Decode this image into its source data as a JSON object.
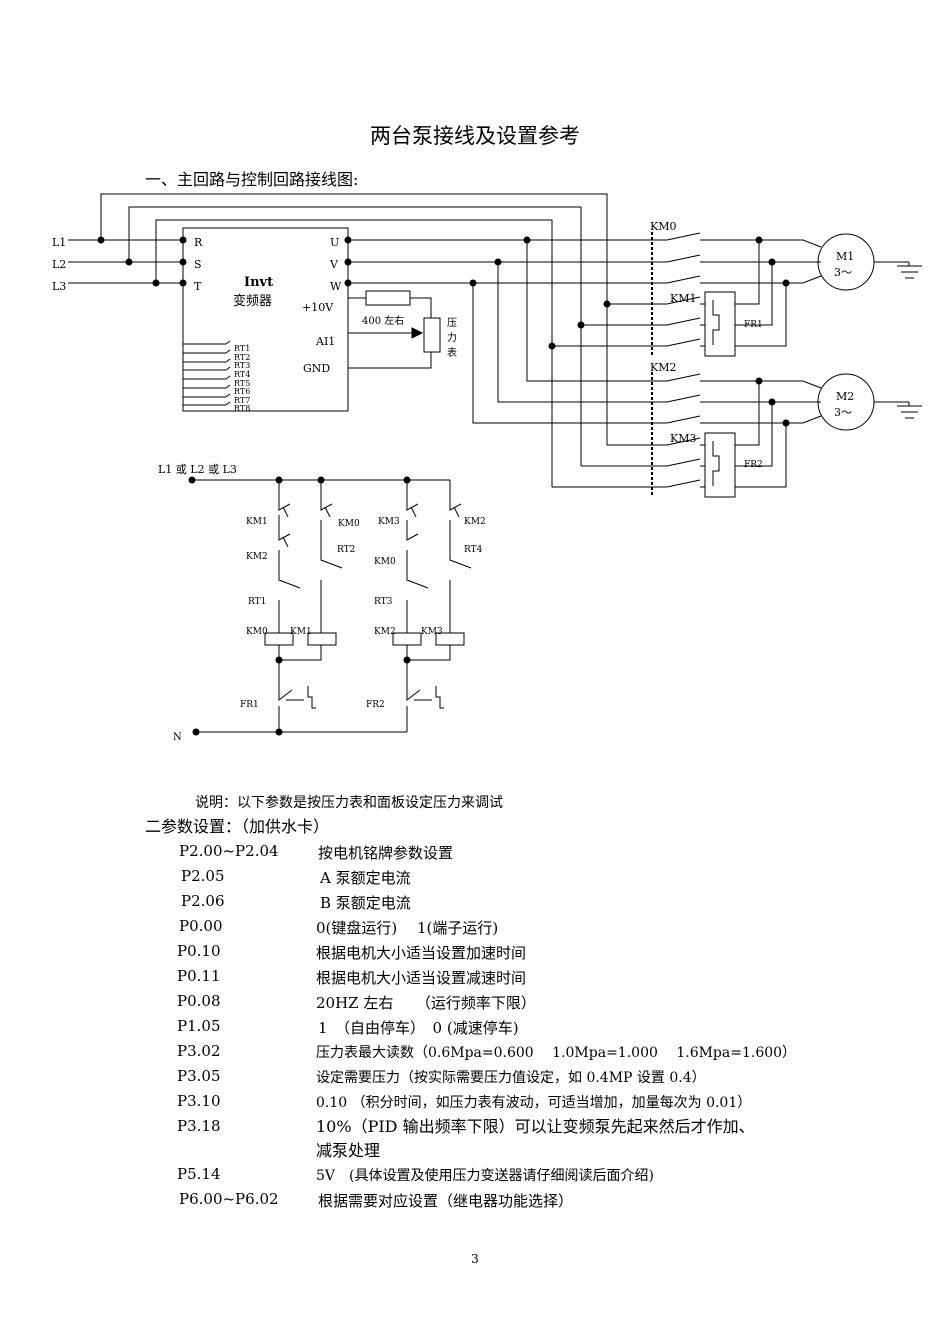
{
  "title": "两台泵接线及设置参考",
  "section1_heading": "一、主回路与控制回路接线图:",
  "diagram": {
    "inputs": [
      "L1",
      "L2",
      "L3"
    ],
    "inverter_terms_in": [
      "R",
      "S",
      "T"
    ],
    "inverter_terms_out": [
      "U",
      "V",
      "W"
    ],
    "inverter_brand": "Invt",
    "inverter_name": "变频器",
    "plus10v": "+10V",
    "ai1": "AI1",
    "gnd": "GND",
    "resistor_label": "400 左右",
    "gauge_label": "压力表",
    "relays": [
      "RT1",
      "RT2",
      "RT3",
      "RT4",
      "RT5",
      "RT6",
      "RT7",
      "RT8"
    ],
    "contactors": [
      "KM0",
      "KM1",
      "KM2",
      "KM3"
    ],
    "overloads": [
      "FR1",
      "FR2"
    ],
    "motor1": "M1",
    "motor2": "M2",
    "motor_phase": "3～",
    "control_supply": "L1 或 L2 或 L3",
    "neutral": "N"
  },
  "note": "说明：以下参数是按压力表和面板设定压力来调试",
  "section2_heading": "二参数设置：（加供水卡）",
  "params": [
    {
      "code": "P2.00~P2.04",
      "desc": "按电机铭牌参数设置"
    },
    {
      "code": "P2.05",
      "desc": "A 泵额定电流"
    },
    {
      "code": "P2.06",
      "desc": "B 泵额定电流"
    },
    {
      "code": "P0.00",
      "desc": "0(键盘运行)　 1(端子运行)"
    },
    {
      "code": "P0.10",
      "desc": "根据电机大小适当设置加速时间"
    },
    {
      "code": "P0.11",
      "desc": "根据电机大小适当设置减速时间"
    },
    {
      "code": "P0.08",
      "desc": "20HZ 左右　　（运行频率下限）"
    },
    {
      "code": "P1.05",
      "desc": "1　（自由停车）　0 (减速停车)"
    },
    {
      "code": "P3.02",
      "desc": "压力表最大读数（0.6Mpa=0.600　 1.0Mpa=1.000　 1.6Mpa=1.600）"
    },
    {
      "code": "P3.05",
      "desc": "设定需要压力（按实际需要压力值设定，如 0.4MP 设置 0.4）"
    },
    {
      "code": "P3.10",
      "desc": "0.10 （积分时间，如压力表有波动，可适当增加，加量每次为 0.01）"
    },
    {
      "code": "P3.18",
      "desc": "10%（PID 输出频率下限）可以让变频泵先起来然后才作加、",
      "desc2": "减泵处理"
    },
    {
      "code": "P5.14",
      "desc": "5V　(具体设置及使用压力变送器请仔细阅读后面介绍)"
    },
    {
      "code": "P6.00~P6.02",
      "desc": "根据需要对应设置（继电器功能选择）"
    }
  ],
  "page_number": "3"
}
